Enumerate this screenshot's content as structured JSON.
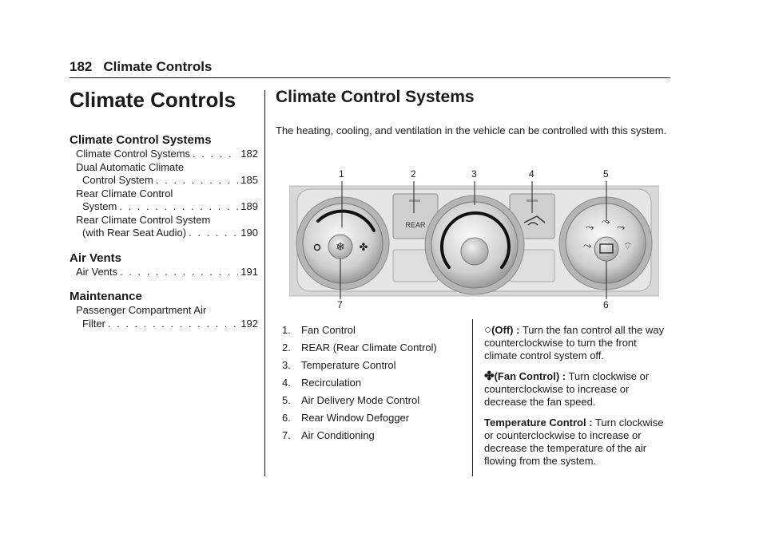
{
  "header": {
    "page_number": "182",
    "section": "Climate Controls"
  },
  "toc": {
    "title": "Climate Controls",
    "sections": [
      {
        "heading": "Climate Control Systems",
        "entries": [
          {
            "lines": [
              "Climate Control Systems"
            ],
            "page": "182"
          },
          {
            "lines": [
              "Dual Automatic Climate",
              "Control System"
            ],
            "page": "185"
          },
          {
            "lines": [
              "Rear Climate Control",
              "System"
            ],
            "page": "189"
          },
          {
            "lines": [
              "Rear Climate Control System",
              "(with Rear Seat Audio)"
            ],
            "page": "190"
          }
        ]
      },
      {
        "heading": "Air Vents",
        "entries": [
          {
            "lines": [
              "Air Vents"
            ],
            "page": "191"
          }
        ]
      },
      {
        "heading": "Maintenance",
        "entries": [
          {
            "lines": [
              "Passenger Compartment Air",
              "Filter"
            ],
            "page": "192"
          }
        ]
      }
    ]
  },
  "article": {
    "title": "Climate Control Systems",
    "intro": "The heating, cooling, and ventilation in the vehicle can be controlled with this system.",
    "figure": {
      "callouts": [
        "1",
        "2",
        "3",
        "4",
        "5",
        "6",
        "7"
      ],
      "rear_button_label": "REAR",
      "icons": [
        "off-icon",
        "fan-icon",
        "recirculation-icon",
        "air-delivery-mode-icon",
        "rear-defog-icon",
        "windshield-defrost-icon"
      ]
    },
    "legend": [
      {
        "num": "1.",
        "text": "Fan Control"
      },
      {
        "num": "2.",
        "text": "REAR (Rear Climate Control)"
      },
      {
        "num": "3.",
        "text": "Temperature Control"
      },
      {
        "num": "4.",
        "text": "Recirculation"
      },
      {
        "num": "5.",
        "text": "Air Delivery Mode Control"
      },
      {
        "num": "6.",
        "text": "Rear Window Defogger"
      },
      {
        "num": "7.",
        "text": "Air Conditioning"
      }
    ],
    "descriptions": {
      "off_icon": "○",
      "off_term": "(Off) :",
      "off_text": " Turn the fan control all the way counterclockwise to turn the front climate control system off.",
      "fan_icon": "✤",
      "fan_term": "(Fan Control) :",
      "fan_text": " Turn clockwise or counterclockwise to increase or decrease the fan speed.",
      "temp_term": "Temperature Control :",
      "temp_text": " Turn clockwise or counterclockwise to increase or decrease the temperature of the air flowing from the system."
    }
  }
}
